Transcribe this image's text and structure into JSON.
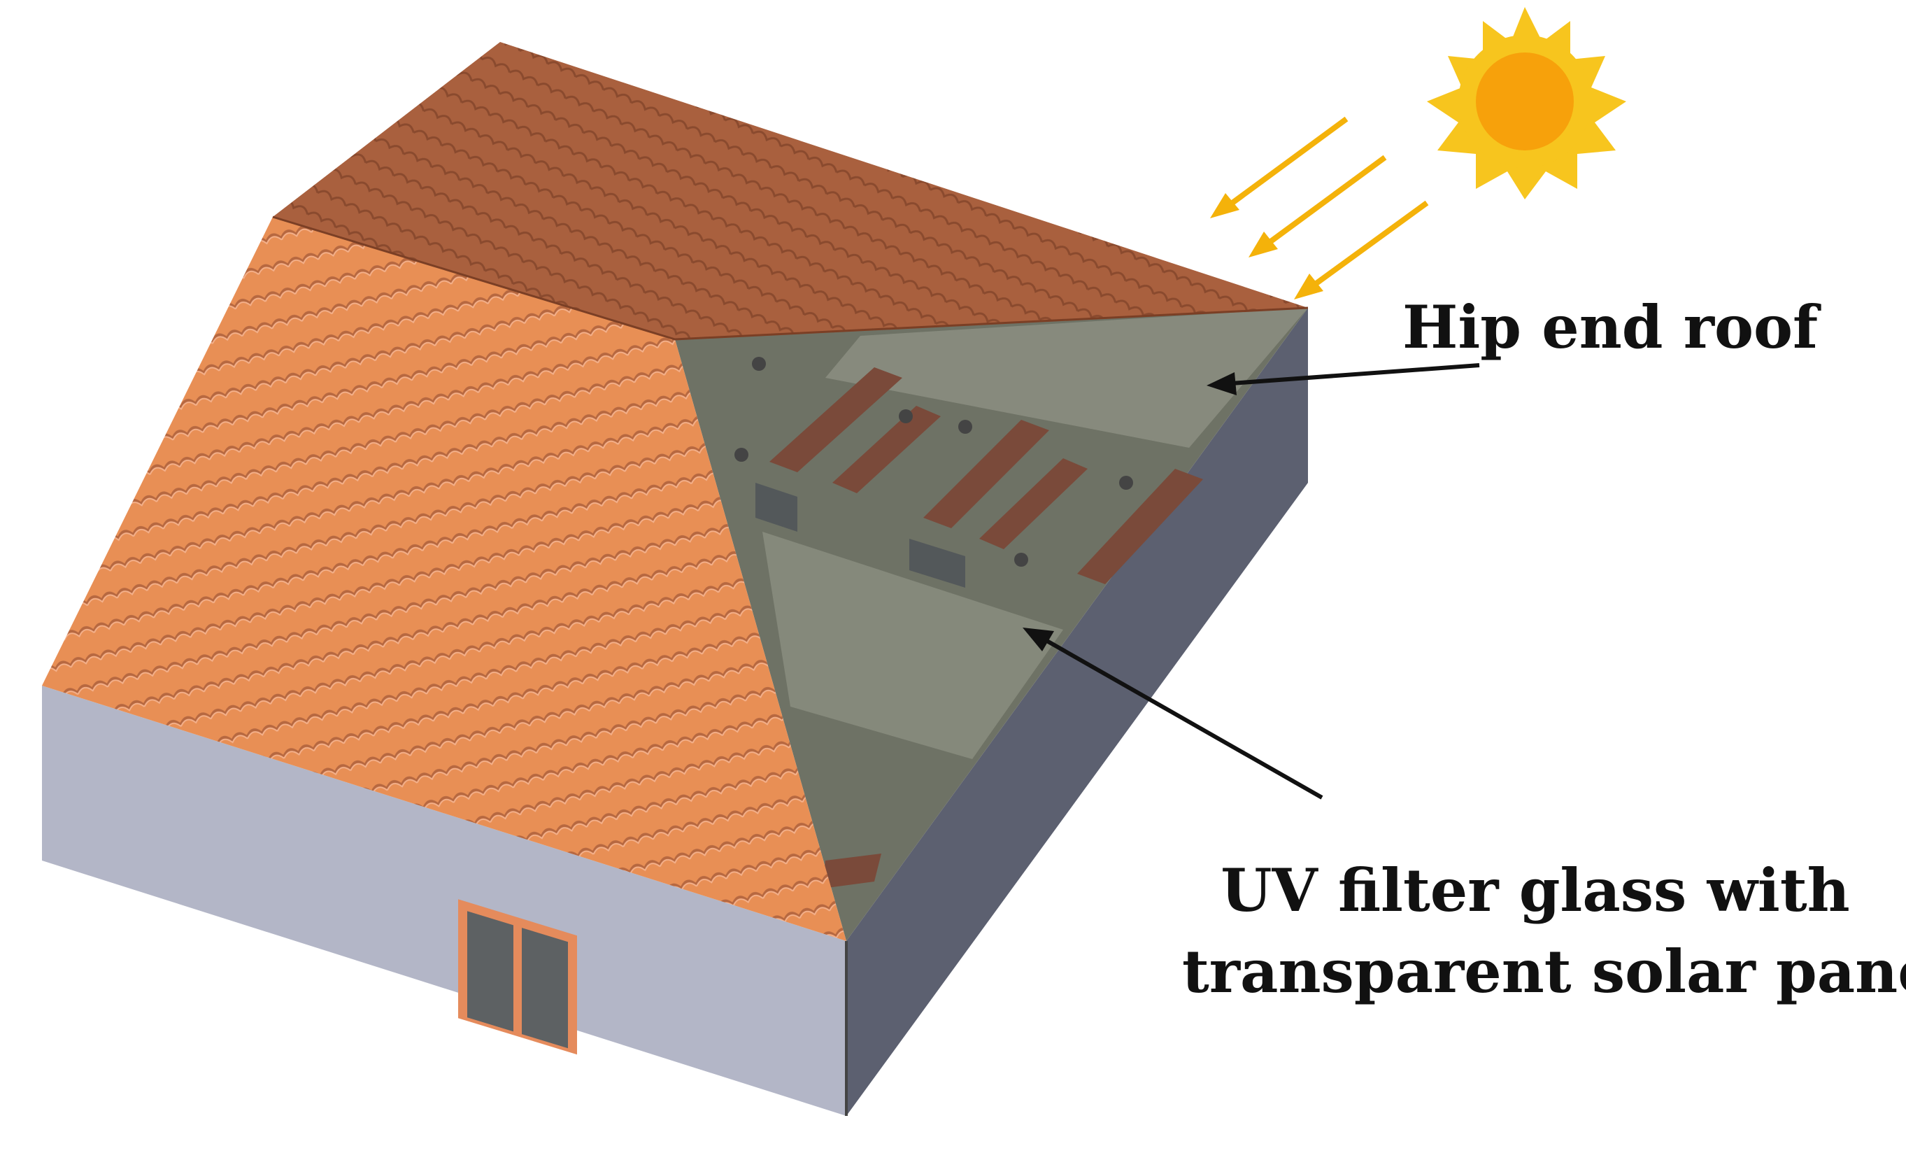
{
  "labels": {
    "hip_end_roof": "Hip end roof",
    "uv_glass_line1": "UV filter glass with",
    "uv_glass_line2": "transparent solar panel"
  },
  "icons": {
    "sun": "sun-icon",
    "sun_rays": "sunlight-arrow-icon",
    "pointer": "pointer-arrow-icon"
  },
  "colors": {
    "roof_tile_main": "#e88f55",
    "roof_tile_dark": "#b76840",
    "roof_top": "#a9603e",
    "wall_front": "#b3b6c7",
    "wall_side": "#5c6070",
    "glass": "#6e7265",
    "glass_light": "#8a8d7f",
    "sun_outer": "#f7c51e",
    "sun_inner": "#f7a10b",
    "arrow_sun": "#f4b20a",
    "arrow_label": "#111111"
  }
}
